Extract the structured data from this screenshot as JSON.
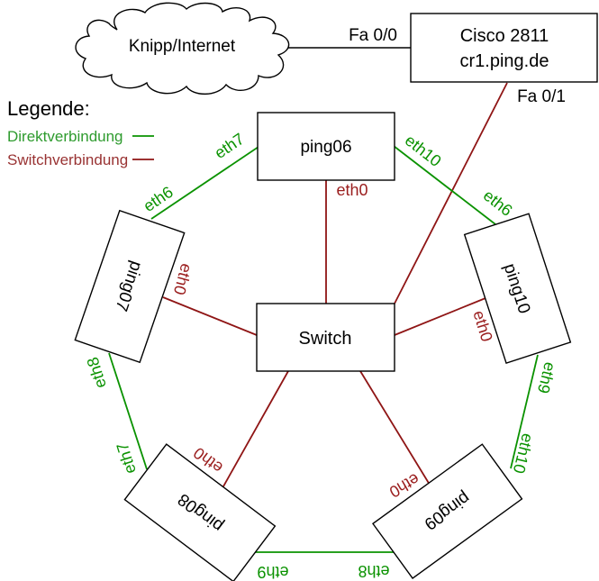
{
  "diagram": {
    "cloud": {
      "label": "Knipp/Internet"
    },
    "router": {
      "name": "Cisco 2811",
      "hostname": "cr1.ping.de",
      "port_wan": "Fa 0/0",
      "port_lan": "Fa 0/1"
    },
    "switch": {
      "label": "Switch"
    },
    "legend": {
      "title": "Legende:",
      "direct_label": "Direktverbindung",
      "switch_label": "Switchverbindung"
    },
    "colors": {
      "direct": "#0a9200",
      "switch": "#8f1515"
    },
    "nodes": {
      "ping06": "ping06",
      "ping07": "ping07",
      "ping08": "ping08",
      "ping09": "ping09",
      "ping10": "ping10"
    },
    "ports": {
      "ping06_eth0": "eth0",
      "ping06_eth7": "eth7",
      "ping06_eth10": "eth10",
      "ping07_eth0": "eth0",
      "ping07_eth6": "eth6",
      "ping07_eth8": "eth8",
      "ping08_eth0": "eth0",
      "ping08_eth7": "eth7",
      "ping08_eth9": "eth9",
      "ping09_eth0": "eth0",
      "ping09_eth8": "eth8",
      "ping09_eth10": "eth10",
      "ping10_eth0": "eth0",
      "ping10_eth6": "eth6",
      "ping10_eth9": "eth9"
    },
    "connections": [
      {
        "a": "Knipp/Internet",
        "b": "Cisco 2811 cr1.ping.de",
        "b_port": "Fa 0/0",
        "type": "uplink"
      },
      {
        "a": "Cisco 2811 cr1.ping.de",
        "a_port": "Fa 0/1",
        "b": "Switch",
        "type": "switch"
      },
      {
        "a": "ping06",
        "a_port": "eth0",
        "b": "Switch",
        "type": "switch"
      },
      {
        "a": "ping07",
        "a_port": "eth0",
        "b": "Switch",
        "type": "switch"
      },
      {
        "a": "ping08",
        "a_port": "eth0",
        "b": "Switch",
        "type": "switch"
      },
      {
        "a": "ping09",
        "a_port": "eth0",
        "b": "Switch",
        "type": "switch"
      },
      {
        "a": "ping10",
        "a_port": "eth0",
        "b": "Switch",
        "type": "switch"
      },
      {
        "a": "ping06",
        "a_port": "eth7",
        "b": "ping07",
        "b_port": "eth6",
        "type": "direct"
      },
      {
        "a": "ping06",
        "a_port": "eth10",
        "b": "ping10",
        "b_port": "eth6",
        "type": "direct"
      },
      {
        "a": "ping07",
        "a_port": "eth8",
        "b": "ping08",
        "b_port": "eth7",
        "type": "direct"
      },
      {
        "a": "ping08",
        "a_port": "eth9",
        "b": "ping09",
        "b_port": "eth8",
        "type": "direct"
      },
      {
        "a": "ping09",
        "a_port": "eth10",
        "b": "ping10",
        "b_port": "eth9",
        "type": "direct"
      }
    ]
  }
}
